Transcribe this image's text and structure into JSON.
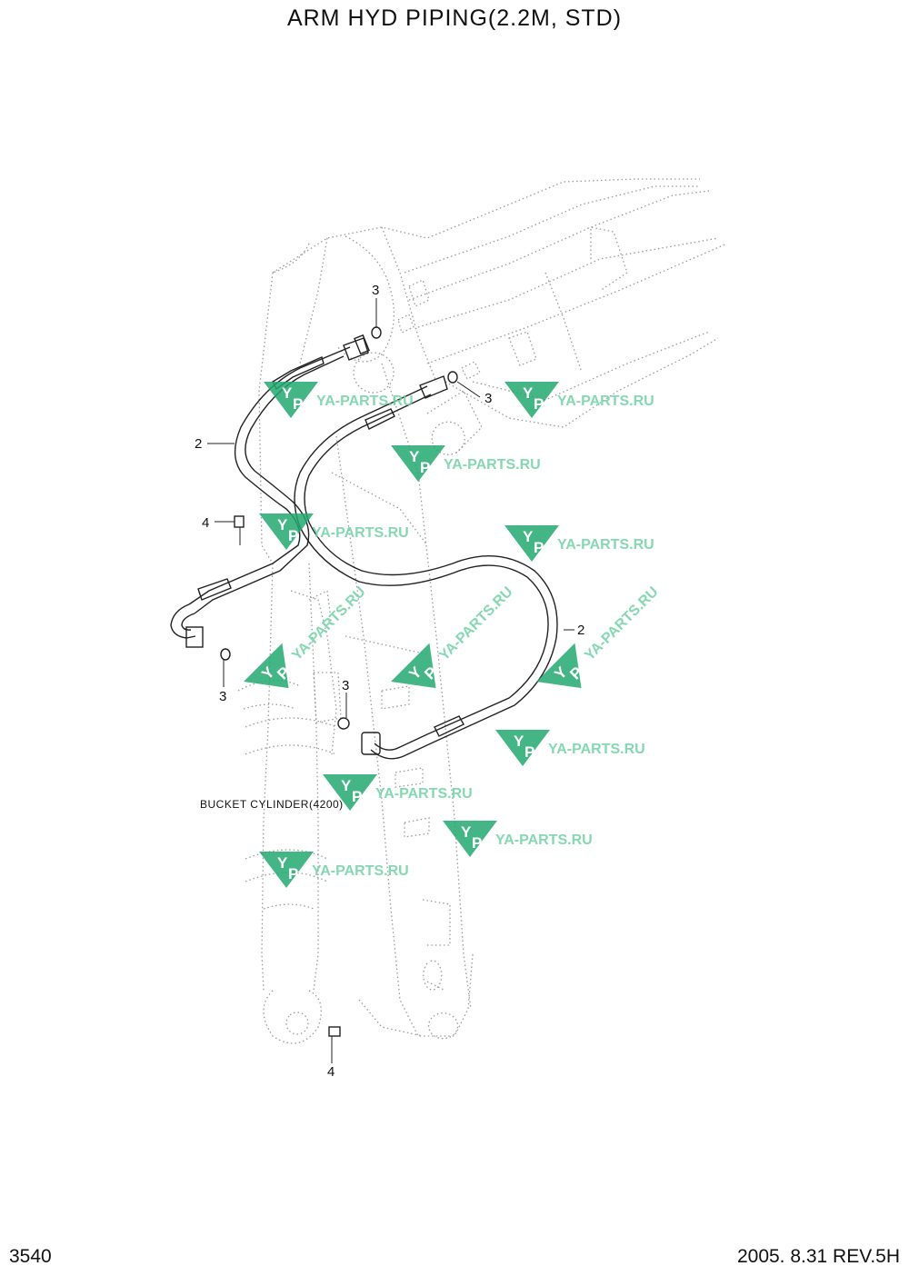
{
  "title": "ARM HYD PIPING(2.2M, STD)",
  "page_number": "3540",
  "revision": "2005. 8.31  REV.5H",
  "caption": "BUCKET CYLINDER(4200)",
  "callouts": [
    "3",
    "3",
    "2",
    "4",
    "2",
    "3",
    "3",
    "4"
  ],
  "watermark": {
    "text": "YA-PARTS.RU",
    "letters": [
      "Y",
      "P"
    ],
    "color": "#1aaa6a"
  }
}
